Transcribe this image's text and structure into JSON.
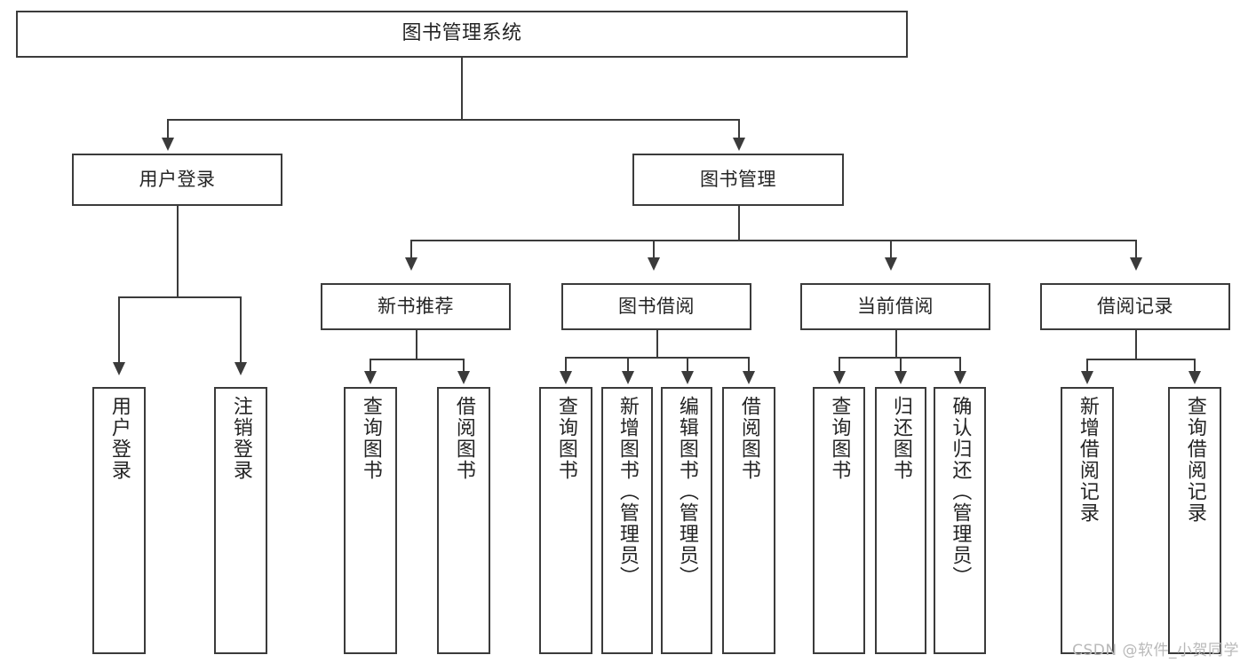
{
  "diagram": {
    "title": "图书管理系统",
    "watermark": "CSDN @软件_小贺同学",
    "colors": {
      "box_border": "#3b3b3b",
      "box_fill": "#ffffff",
      "line": "#3b3b3b",
      "text": "#242424",
      "watermark": "#b9b9b9",
      "background": "#ffffff"
    },
    "levels": {
      "root": "图书管理系统",
      "level2": [
        "用户登录",
        "图书管理"
      ],
      "level3": [
        "新书推荐",
        "图书借阅",
        "当前借阅",
        "借阅记录"
      ]
    },
    "nodes": {
      "root": {
        "label": "图书管理系统"
      },
      "user_login": {
        "label": "用户登录"
      },
      "book_manage": {
        "label": "图书管理"
      },
      "new_book_rec": {
        "label": "新书推荐"
      },
      "book_borrow": {
        "label": "图书借阅"
      },
      "current_borrow": {
        "label": "当前借阅"
      },
      "borrow_record": {
        "label": "借阅记录"
      },
      "leaf_user_login": {
        "label": "用户登录"
      },
      "leaf_logout": {
        "label": "注销登录"
      },
      "leaf_query_book_1": {
        "label": "查询图书"
      },
      "leaf_borrow_book_1": {
        "label": "借阅图书"
      },
      "leaf_query_book_2": {
        "label": "查询图书"
      },
      "leaf_add_book": {
        "label": "新增图书（管理员）"
      },
      "leaf_edit_book": {
        "label": "编辑图书（管理员）"
      },
      "leaf_borrow_book_2": {
        "label": "借阅图书"
      },
      "leaf_query_book_3": {
        "label": "查询图书"
      },
      "leaf_return_book": {
        "label": "归还图书"
      },
      "leaf_confirm_return": {
        "label": "确认归还（管理员）"
      },
      "leaf_add_record": {
        "label": "新增借阅记录"
      },
      "leaf_query_record": {
        "label": "查询借阅记录"
      }
    },
    "edges": [
      {
        "from": "root",
        "to": "user_login"
      },
      {
        "from": "root",
        "to": "book_manage"
      },
      {
        "from": "user_login",
        "to": "leaf_user_login"
      },
      {
        "from": "user_login",
        "to": "leaf_logout"
      },
      {
        "from": "book_manage",
        "to": "new_book_rec"
      },
      {
        "from": "book_manage",
        "to": "book_borrow"
      },
      {
        "from": "book_manage",
        "to": "current_borrow"
      },
      {
        "from": "book_manage",
        "to": "borrow_record"
      },
      {
        "from": "new_book_rec",
        "to": "leaf_query_book_1"
      },
      {
        "from": "new_book_rec",
        "to": "leaf_borrow_book_1"
      },
      {
        "from": "book_borrow",
        "to": "leaf_query_book_2"
      },
      {
        "from": "book_borrow",
        "to": "leaf_add_book"
      },
      {
        "from": "book_borrow",
        "to": "leaf_edit_book"
      },
      {
        "from": "book_borrow",
        "to": "leaf_borrow_book_2"
      },
      {
        "from": "current_borrow",
        "to": "leaf_query_book_3"
      },
      {
        "from": "current_borrow",
        "to": "leaf_return_book"
      },
      {
        "from": "current_borrow",
        "to": "leaf_confirm_return"
      },
      {
        "from": "borrow_record",
        "to": "leaf_add_record"
      },
      {
        "from": "borrow_record",
        "to": "leaf_query_record"
      }
    ]
  }
}
